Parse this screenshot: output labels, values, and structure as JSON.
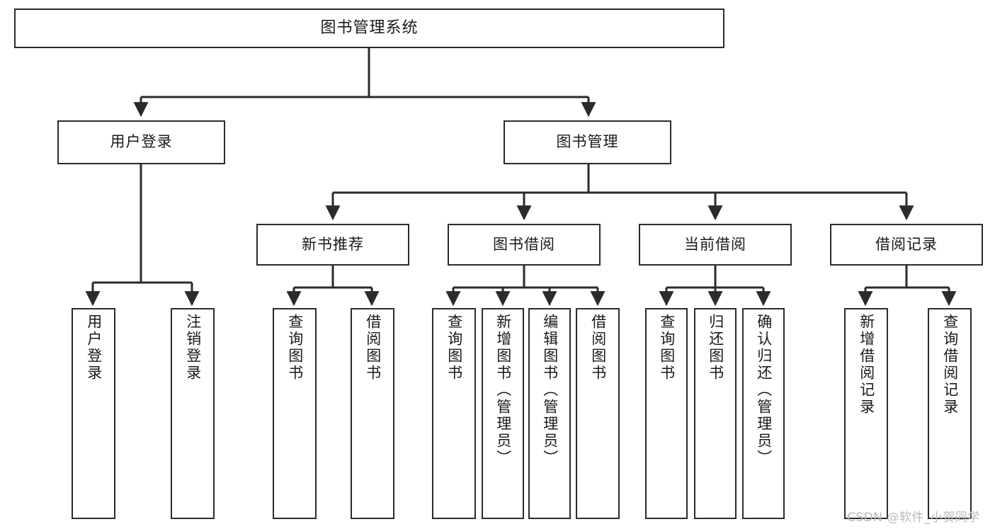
{
  "diagram": {
    "type": "tree",
    "title": "图书管理系统",
    "orientation": "top-down",
    "colors": {
      "box_border": "#2b2b2b",
      "box_fill": "#ffffff",
      "edge": "#2b2b2b",
      "text": "#1a1a1a",
      "watermark": "#b9b9b9",
      "background": "#ffffff"
    },
    "nodes": {
      "root": {
        "label": "图书管理系统",
        "level": 0,
        "text_direction": "horizontal"
      },
      "l1": [
        {
          "label": "用户登录",
          "text_direction": "horizontal"
        },
        {
          "label": "图书管理",
          "text_direction": "horizontal"
        }
      ],
      "l2": [
        {
          "label": "新书推荐",
          "text_direction": "horizontal"
        },
        {
          "label": "图书借阅",
          "text_direction": "horizontal"
        },
        {
          "label": "当前借阅",
          "text_direction": "horizontal"
        },
        {
          "label": "借阅记录",
          "text_direction": "horizontal"
        }
      ],
      "leaves": {
        "user_login": [
          {
            "label": "用户登录",
            "text_direction": "vertical"
          },
          {
            "label": "注销登录",
            "text_direction": "vertical"
          }
        ],
        "new_book_recommend": [
          {
            "label": "查询图书",
            "text_direction": "vertical"
          },
          {
            "label": "借阅图书",
            "text_direction": "vertical"
          }
        ],
        "book_borrow": [
          {
            "label": "查询图书",
            "text_direction": "vertical"
          },
          {
            "label": "新增图书（管理员）",
            "text_direction": "vertical"
          },
          {
            "label": "编辑图书（管理员）",
            "text_direction": "vertical"
          },
          {
            "label": "借阅图书",
            "text_direction": "vertical"
          }
        ],
        "current_borrow": [
          {
            "label": "查询图书",
            "text_direction": "vertical"
          },
          {
            "label": "归还图书",
            "text_direction": "vertical"
          },
          {
            "label": "确认归还（管理员）",
            "text_direction": "vertical"
          }
        ],
        "borrow_record": [
          {
            "label": "新增借阅记录",
            "text_direction": "vertical"
          },
          {
            "label": "查询借阅记录",
            "text_direction": "vertical"
          }
        ]
      }
    },
    "edges": [
      {
        "from": "图书管理系统",
        "to": "用户登录"
      },
      {
        "from": "图书管理系统",
        "to": "图书管理"
      },
      {
        "from": "图书管理",
        "to": "新书推荐"
      },
      {
        "from": "图书管理",
        "to": "图书借阅"
      },
      {
        "from": "图书管理",
        "to": "当前借阅"
      },
      {
        "from": "图书管理",
        "to": "借阅记录"
      },
      {
        "from": "用户登录",
        "to": "用户登录(叶)"
      },
      {
        "from": "用户登录",
        "to": "注销登录"
      },
      {
        "from": "新书推荐",
        "to": "查询图书"
      },
      {
        "from": "新书推荐",
        "to": "借阅图书"
      },
      {
        "from": "图书借阅",
        "to": "查询图书"
      },
      {
        "from": "图书借阅",
        "to": "新增图书（管理员）"
      },
      {
        "from": "图书借阅",
        "to": "编辑图书（管理员）"
      },
      {
        "from": "图书借阅",
        "to": "借阅图书"
      },
      {
        "from": "当前借阅",
        "to": "查询图书"
      },
      {
        "from": "当前借阅",
        "to": "归还图书"
      },
      {
        "from": "当前借阅",
        "to": "确认归还（管理员）"
      },
      {
        "from": "借阅记录",
        "to": "新增借阅记录"
      },
      {
        "from": "借阅记录",
        "to": "查询借阅记录"
      }
    ]
  },
  "watermark": {
    "text": "CSDN @软件_小贺同学"
  }
}
